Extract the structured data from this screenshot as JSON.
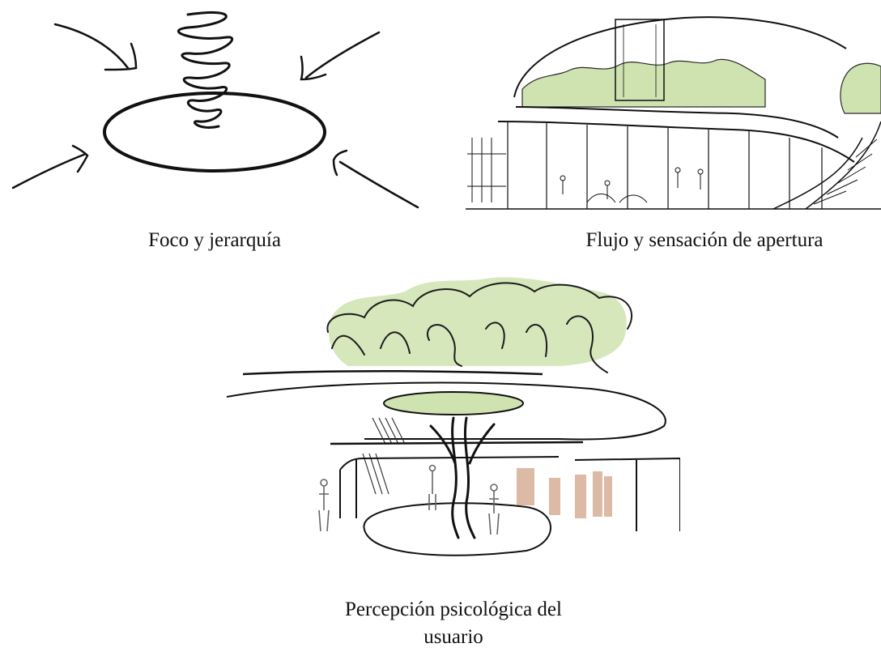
{
  "captions": {
    "focus": "Foco y jerarquía",
    "flow": "Flujo y sensación de apertura",
    "perception_line1": "Percepción psicológica del",
    "perception_line2": "usuario"
  },
  "colors": {
    "ink": "#111111",
    "foliage": "#cfe3b0",
    "foliage_dark": "#b7d29a",
    "terracotta": "#d9b39c"
  }
}
